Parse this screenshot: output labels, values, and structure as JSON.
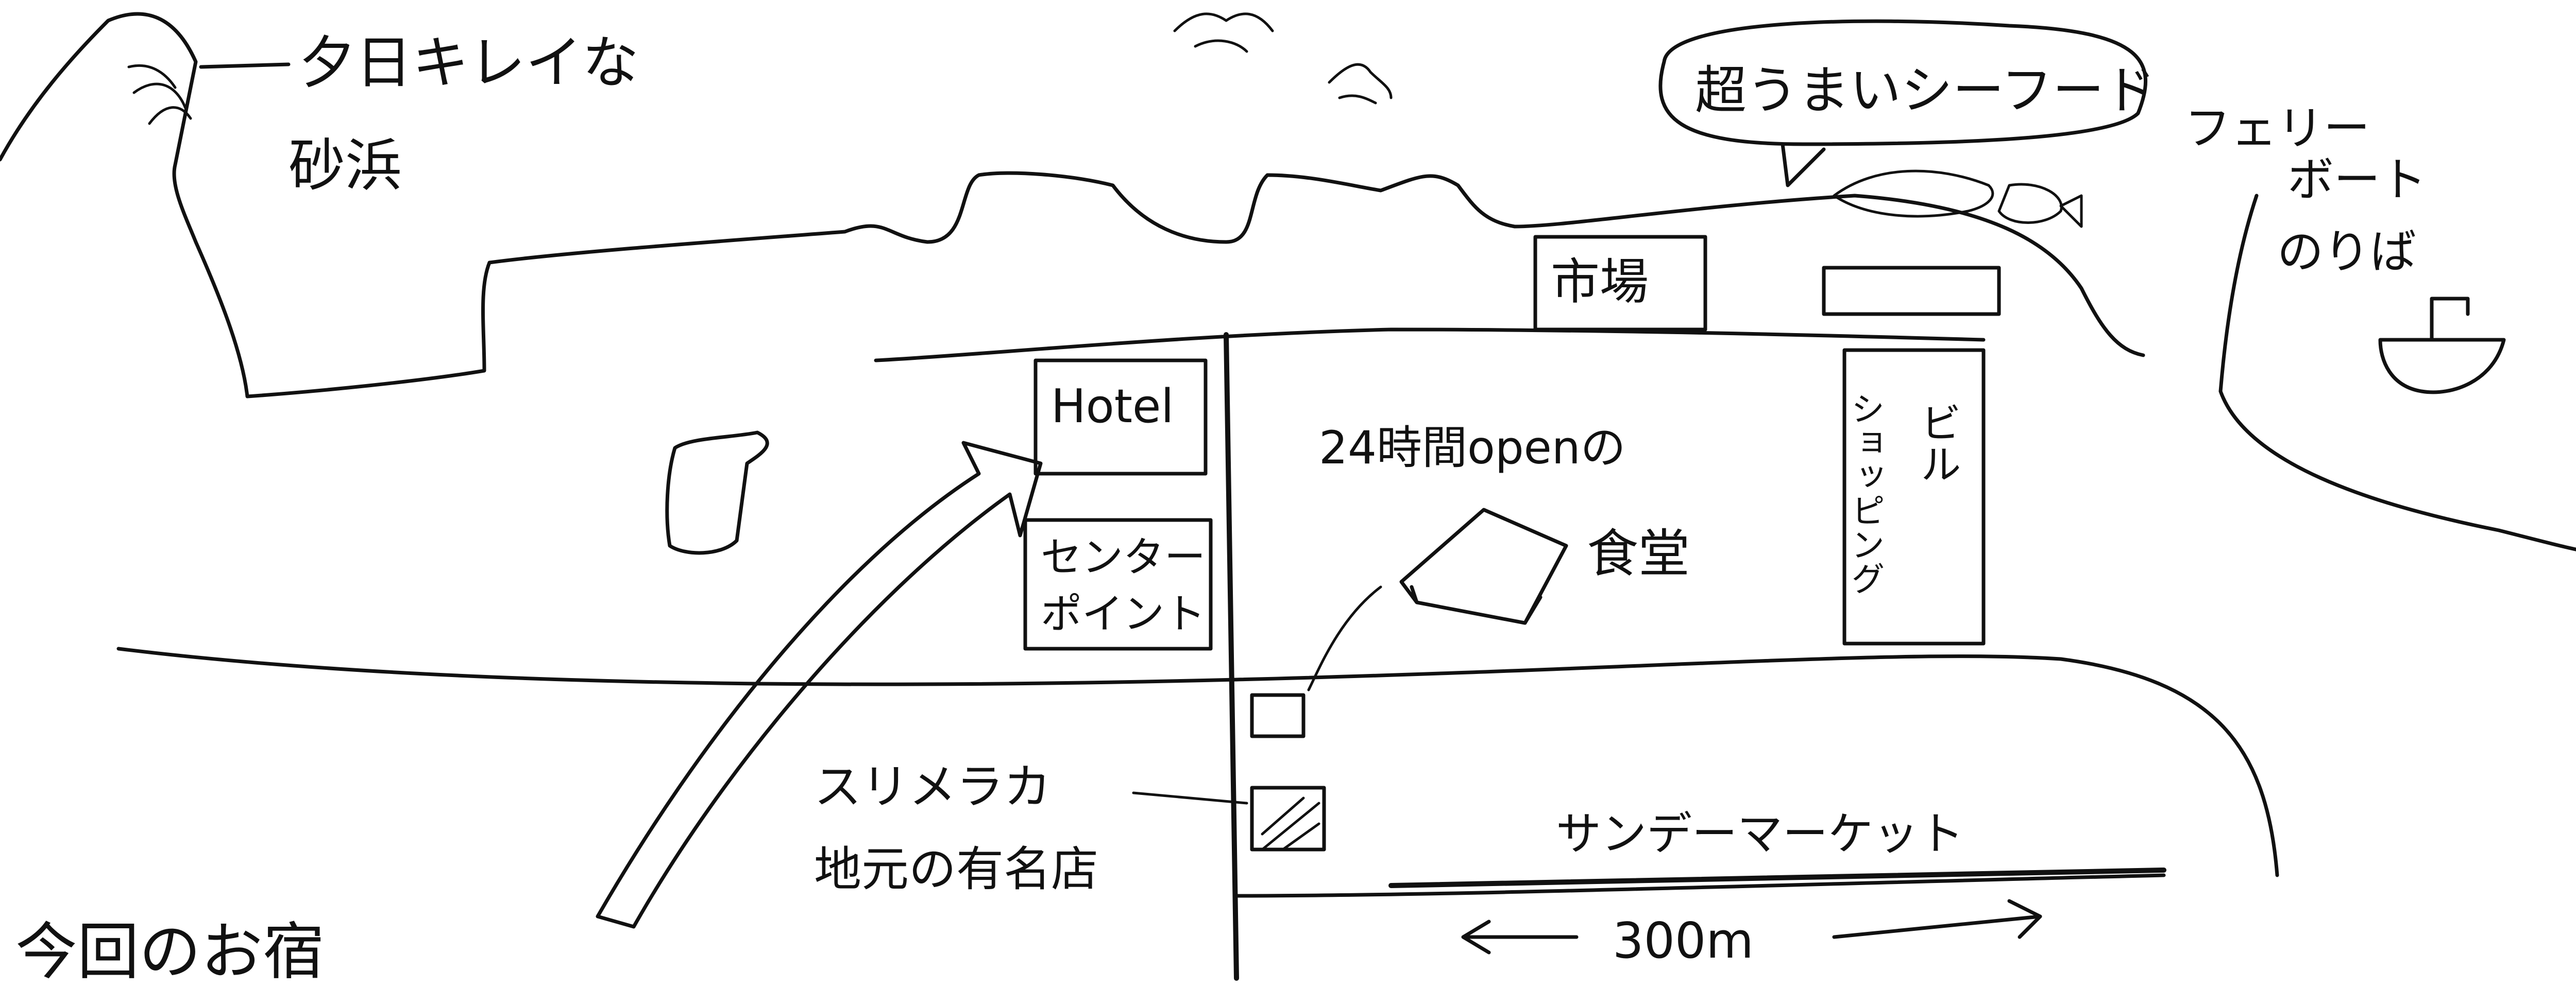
{
  "labels": {
    "sunset_beach_line1": "夕日キレイな",
    "sunset_beach_line2": "砂浜",
    "seafood_bubble": "超うまいシーフード",
    "ferry_line1": "フェリー",
    "ferry_line2": "ボート",
    "ferry_line3": "のりば",
    "market": "市場",
    "hotel": "Hotel",
    "center_point_line1": "センター",
    "center_point_line2": "ポイント",
    "diner_line1": "24時間openの",
    "diner_line2": "食堂",
    "shopping_building_col1": "ショッピング",
    "shopping_building_col2": "ビル",
    "sri_melaka": "スリメラカ",
    "local_famous_shop": "地元の有名店",
    "sunday_market": "サンデーマーケット",
    "distance": "300m",
    "our_hotel": "今回のお宿"
  },
  "colors": {
    "ink": "#111111",
    "paper": "#ffffff"
  }
}
